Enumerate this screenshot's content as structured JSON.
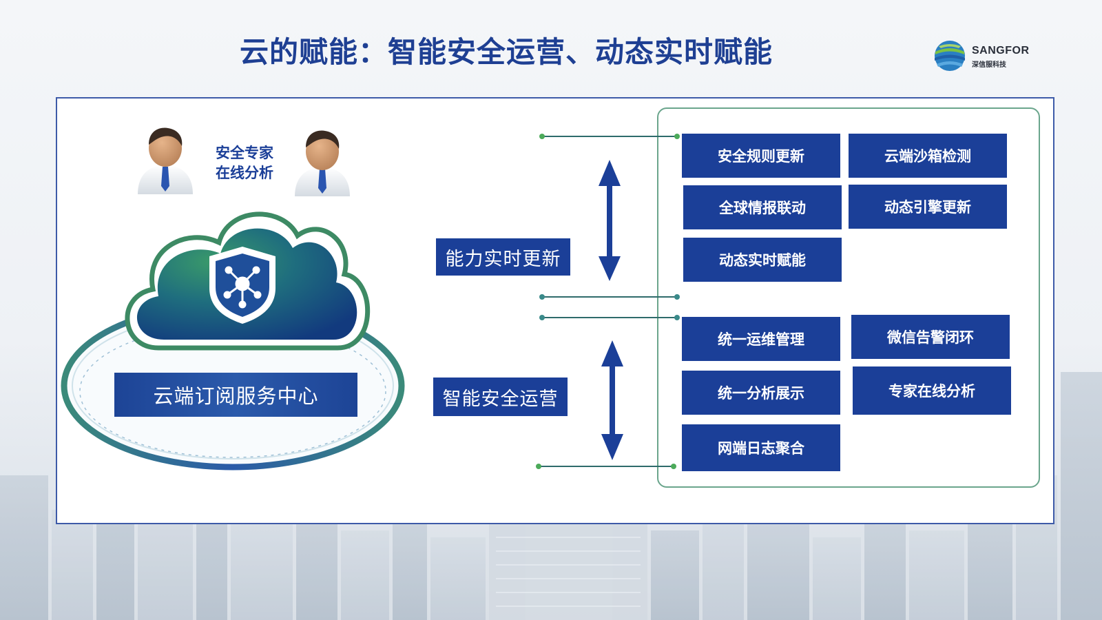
{
  "slide": {
    "title": "云的赋能：智能安全运营、动态实时赋能"
  },
  "logo": {
    "name": "SANGFOR",
    "subtitle": "深信服科技"
  },
  "left": {
    "expert_line1": "安全专家",
    "expert_line2": "在线分析",
    "cloud_label": "云端订阅服务中心"
  },
  "middle": {
    "top_label": "能力实时更新",
    "bottom_label": "智能安全运营"
  },
  "features_top": [
    "安全规则更新",
    "云端沙箱检测",
    "全球情报联动",
    "动态引擎更新",
    "动态实时赋能"
  ],
  "features_bottom": [
    "统一运维管理",
    "微信告警闭环",
    "统一分析展示",
    "专家在线分析",
    "网端日志聚合"
  ],
  "colors": {
    "title": "#1e3f93",
    "box": "#1b3f98",
    "frame": "#6aa58c",
    "connector": "#2e6b6b"
  }
}
